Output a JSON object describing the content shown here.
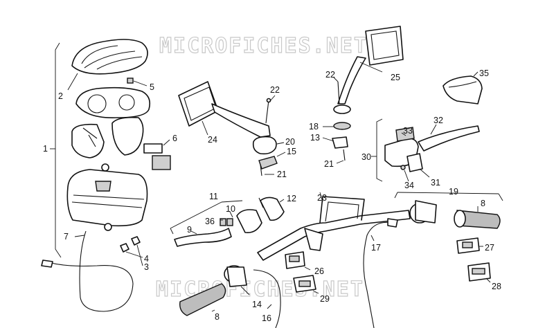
{
  "watermark": {
    "text": "MICROFICHES.NET"
  },
  "callouts": {
    "c1": "1",
    "c2": "2",
    "c3": "3",
    "c4": "4",
    "c5": "5",
    "c6": "6",
    "c7": "7",
    "c8a": "8",
    "c8b": "8",
    "c9": "9",
    "c10": "10",
    "c11": "11",
    "c12": "12",
    "c13": "13",
    "c14": "14",
    "c15": "15",
    "c16": "16",
    "c17": "17",
    "c18": "18",
    "c19": "19",
    "c20": "20",
    "c21a": "21",
    "c21b": "21",
    "c22a": "22",
    "c22b": "22",
    "c23": "23",
    "c24": "24",
    "c25": "25",
    "c26": "26",
    "c27": "27",
    "c28": "28",
    "c29": "29",
    "c30": "30",
    "c31": "31",
    "c32": "32",
    "c33": "33",
    "c34": "34",
    "c35": "35",
    "c36": "36"
  }
}
